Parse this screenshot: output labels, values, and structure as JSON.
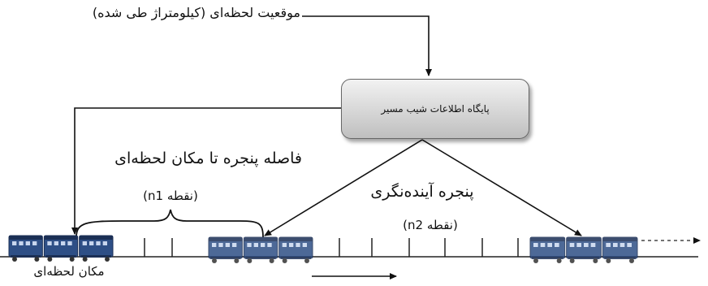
{
  "labels": {
    "position_input": "موقعیت لحظه‌ای (کیلومتراژ طی شده)",
    "database": "پایگاه اطلاعات شیب مسیر",
    "window_distance": "فاصله پنجره تا مکان لحظه‌ای",
    "n1_points": "(n1 نقطه)",
    "lookahead_window": "پنجره آینده‌نگری",
    "n2_points": "(n2 نقطه)",
    "current_location": "مکان لحظه‌ای"
  },
  "colors": {
    "train_body": "#2e4f86",
    "train_dark": "#1b2f55",
    "train_window": "#c8d6ee",
    "box_border": "#666666"
  },
  "icons": {
    "train": "train-icon",
    "arrow": "arrow-icon"
  }
}
